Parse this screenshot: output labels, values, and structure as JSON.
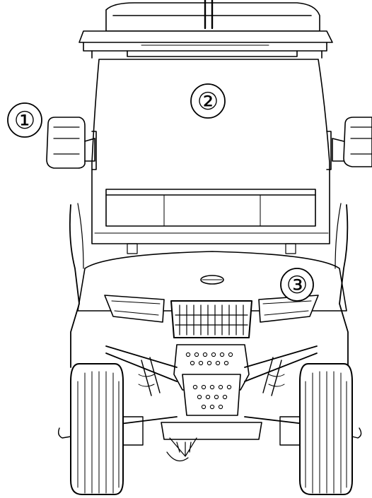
{
  "figure": {
    "subject_icon": "utility-vehicle-front-view-icon",
    "line_color": "#000000",
    "background_color": "#ffffff"
  },
  "callouts": [
    {
      "label": "①"
    },
    {
      "label": "②"
    },
    {
      "label": "③"
    }
  ]
}
